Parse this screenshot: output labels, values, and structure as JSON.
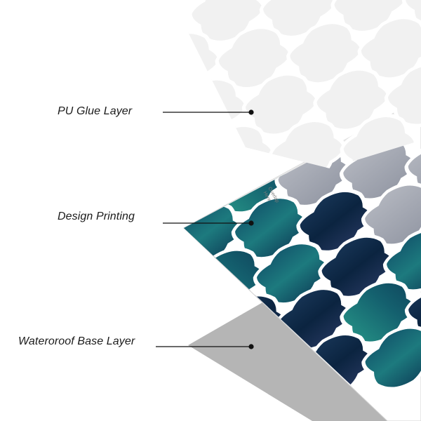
{
  "labels": {
    "glue": "PU Glue Layer",
    "design": "Design Printing",
    "base": "Wateroroof Base Layer"
  },
  "backing_print": [
    "Overlap",
    "Here"
  ],
  "layers": {
    "glue": {
      "color": "#f3f3f3",
      "outline": "#ffffff"
    },
    "design": {
      "colors": [
        "#0d3b5a",
        "#10586b",
        "#1f7a78",
        "#2b9a8c",
        "#1a2f4a",
        "#9ea3ad",
        "#c3c6cc"
      ]
    },
    "base": {
      "color": "#b5b5b5"
    }
  }
}
